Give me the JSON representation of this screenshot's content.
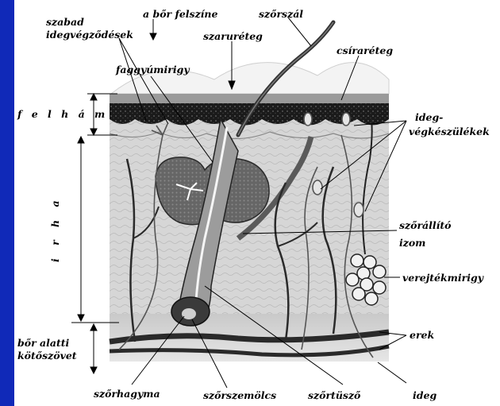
{
  "slide": {
    "background_color": "#1029b8",
    "panel_color": "#ffffff"
  },
  "diagram": {
    "labels": {
      "szabad_idegvegzodesek": [
        "szabad",
        "idegvégződések"
      ],
      "a_bor_felszine": "a bőr felszíne",
      "szorszal": "szőrszál",
      "szaruretek": "szaruréteg",
      "csiraretek": "csíraréteg",
      "faggyumirigy": "faggyúmirigy",
      "felham": "f e l h á m",
      "ideg_vegkeszulekek": [
        "ideg-",
        "végkészülékek"
      ],
      "irha": "i r h a",
      "szorallito_izom": [
        "szőrállító",
        "izom"
      ],
      "verejtekmirigy": "verejtékmirigy",
      "erek": "erek",
      "bor_alatti_kotoszovet": [
        "bőr alatti",
        "kötőszövet"
      ],
      "szorhagyma": "szőrhagyma",
      "szorszemolcs": "szőrszemölcs",
      "szortuszo": "szőrtüsző",
      "ideg": "ideg"
    }
  }
}
